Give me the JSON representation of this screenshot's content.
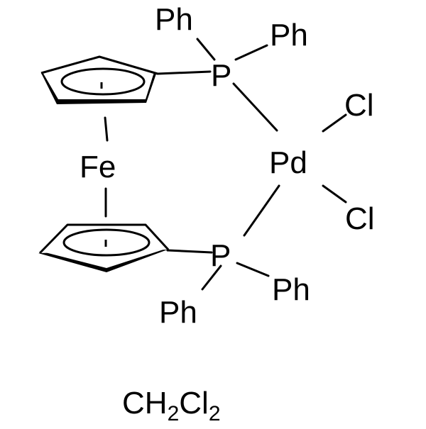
{
  "labels": {
    "ph_top_left": "Ph",
    "ph_top_right": "Ph",
    "p_top": "P",
    "cl_top": "Cl",
    "pd": "Pd",
    "fe": "Fe",
    "cl_bottom": "Cl",
    "p_bottom": "P",
    "ph_bottom_right": "Ph",
    "ph_bottom_left": "Ph"
  },
  "solvent": {
    "c": "CH",
    "sub1": "2",
    "cl": "Cl",
    "sub2": "2"
  },
  "colors": {
    "ink": "#000000",
    "background": "#ffffff"
  }
}
